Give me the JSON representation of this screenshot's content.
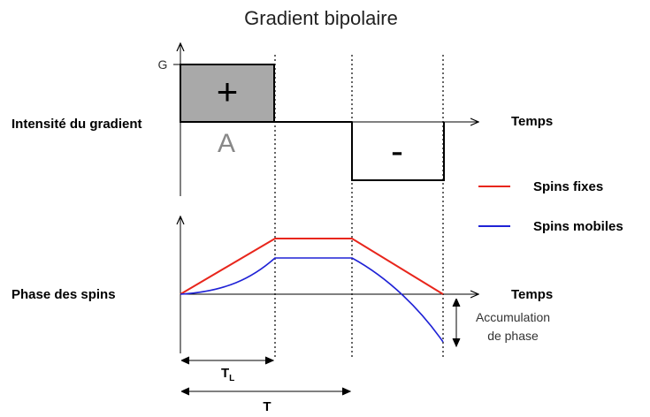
{
  "title": "Gradient bipolaire",
  "gradient_panel": {
    "y_label": "Intensité du gradient",
    "x_label": "Temps",
    "g_tick": "G",
    "positive_sign": "+",
    "negative_sign": "-",
    "area_label": "A"
  },
  "phase_panel": {
    "y_label": "Phase des spins",
    "x_label": "Temps",
    "accumulation_label_line1": "Accumulation",
    "accumulation_label_line2": "de phase"
  },
  "legend": {
    "items": [
      {
        "label": "Spins fixes",
        "color": "#e8261c"
      },
      {
        "label": "Spins mobiles",
        "color": "#1f22d6"
      }
    ]
  },
  "timing": {
    "tl_main": "T",
    "tl_sub": "L",
    "t_label": "T"
  },
  "colors": {
    "positive_lobe_fill": "#a9a9a9",
    "axis": "#000000"
  }
}
